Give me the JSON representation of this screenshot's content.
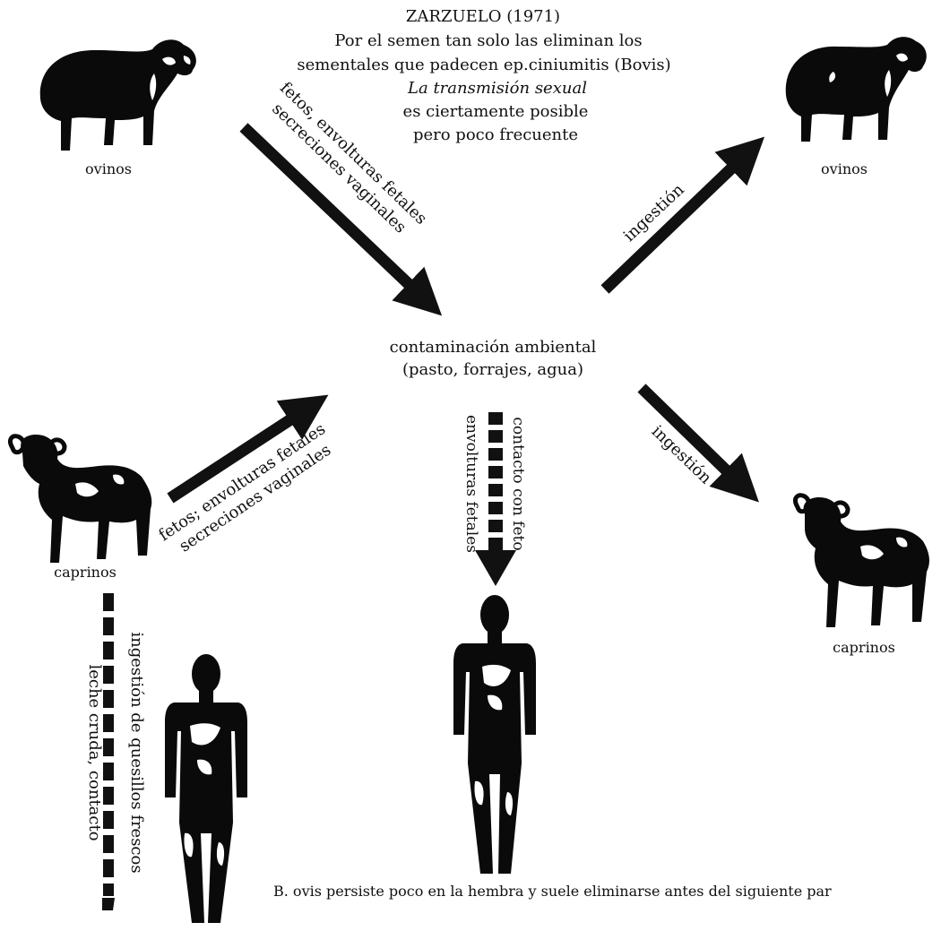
{
  "header": {
    "title": "ZARZUELO (1971)",
    "line1": "Por el semen tan solo las eliminan los",
    "line2": "sementales que padecen ep.ciniumitis (Bovis)",
    "line3": "La transmisión sexual",
    "line4": "es ciertamente posible",
    "line5": "pero poco frecuente"
  },
  "nodes": {
    "sheep_left": "ovinos",
    "sheep_right": "ovinos",
    "goat_left": "caprinos",
    "goat_right": "caprinos",
    "environment_line1": "contaminación ambiental",
    "environment_line2": "(pasto, forrajes, agua)"
  },
  "arrows": {
    "sheep_to_env": {
      "line1": "fetos, envolturas fetales",
      "line2": "secreciones vaginales"
    },
    "env_to_sheep": {
      "label": "ingestión"
    },
    "goat_to_env": {
      "line1": "fetos; envolturas fetales",
      "line2": "secreciones vaginales"
    },
    "env_to_goat": {
      "label": "ingestión"
    },
    "env_to_human": {
      "line1": "contacto con feto",
      "line2": "envolturas fetales"
    },
    "goat_to_human": {
      "line1": "ingestión de quesillos frescos",
      "line2": "leche cruda, contacto"
    }
  },
  "footer": {
    "note": "B. ovis persiste poco en la hembra y suele eliminarse antes del siguiente par"
  }
}
